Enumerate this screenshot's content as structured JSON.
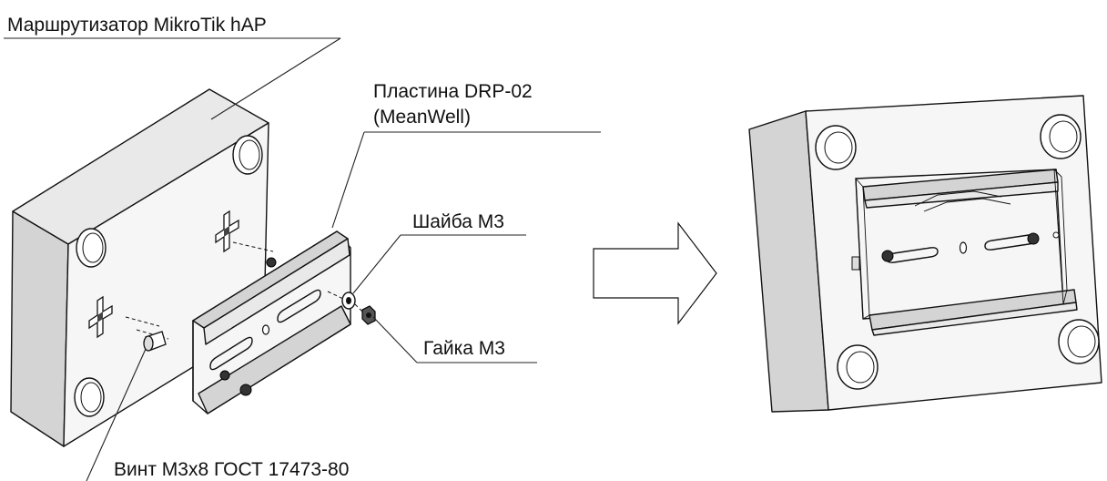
{
  "labels": {
    "router": "Маршрутизатор MikroTik hAP",
    "plate_line1": "Пластина DRP-02",
    "plate_line2": "(MeanWell)",
    "washer": "Шайба М3",
    "nut": "Гайка М3",
    "screw": "Винт М3х8 ГОСТ 17473-80"
  },
  "icons": {
    "arrow": "right-arrow-icon"
  }
}
